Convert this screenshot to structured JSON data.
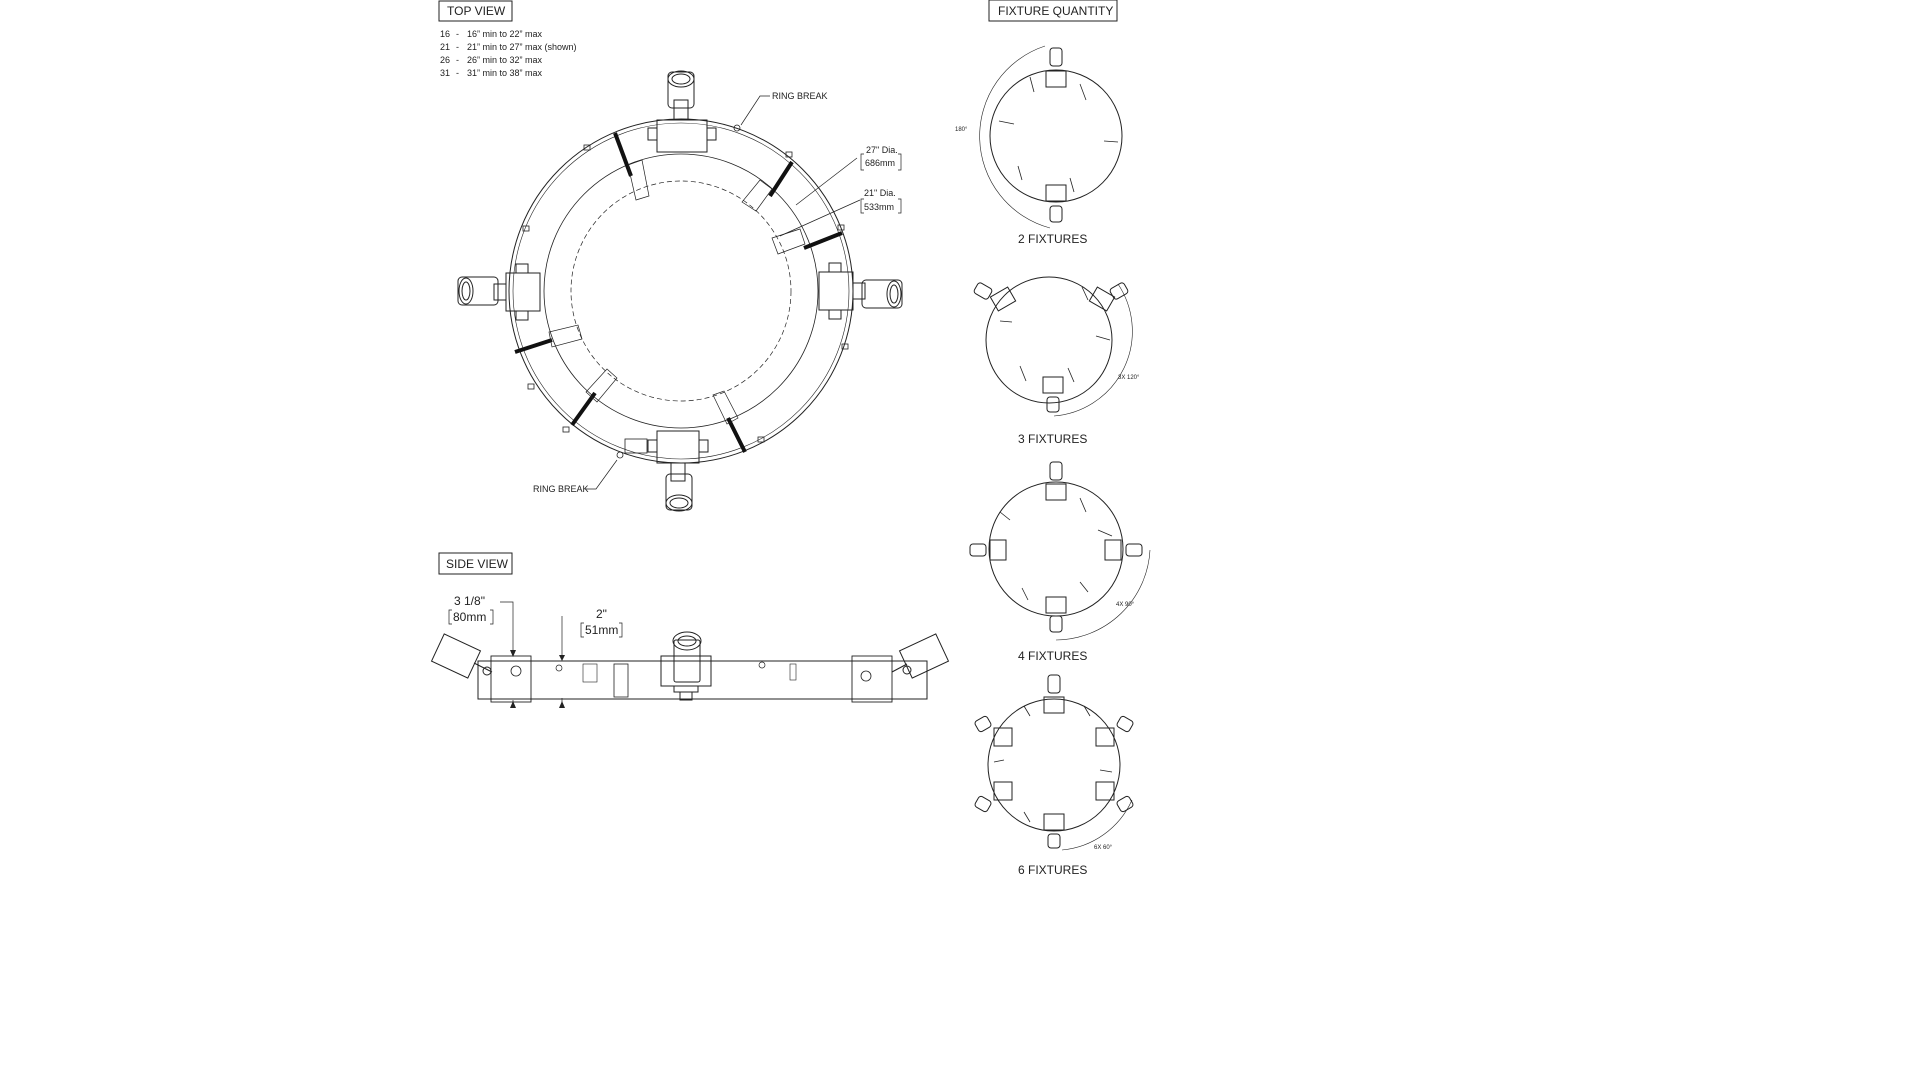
{
  "top_view": {
    "title": "TOP VIEW",
    "size_table": [
      {
        "code": "16",
        "dash": "-",
        "range": "16” min to 22” max"
      },
      {
        "code": "21",
        "dash": "-",
        "range": "21” min to 27” max (shown)"
      },
      {
        "code": "26",
        "dash": "-",
        "range": "26” min to 32” max"
      },
      {
        "code": "31",
        "dash": "-",
        "range": "31” min to 38” max"
      }
    ],
    "ring_break_top": "RING BREAK",
    "ring_break_bottom": "RING BREAK",
    "outer_dia": {
      "imperial": "27\"  Dia.",
      "metric": "686mm"
    },
    "inner_dia": {
      "imperial": "21\"  Dia.",
      "metric": "533mm"
    }
  },
  "side_view": {
    "title": "SIDE VIEW",
    "height_dim": {
      "imperial": "3 1/8\"",
      "metric": "80mm"
    },
    "thickness_dim": {
      "imperial": "2\"",
      "metric": "51mm"
    }
  },
  "fixture_quantity": {
    "title": "FIXTURE QUANTITY",
    "options": [
      {
        "label": "2 FIXTURES",
        "angle": "180°"
      },
      {
        "label": "3 FIXTURES",
        "angle": "3X 120°"
      },
      {
        "label": "4 FIXTURES",
        "angle": "4X 90°"
      },
      {
        "label": "6 FIXTURES",
        "angle": "6X 60°"
      }
    ]
  },
  "colors": {
    "line": "#222222",
    "background": "#ffffff"
  }
}
